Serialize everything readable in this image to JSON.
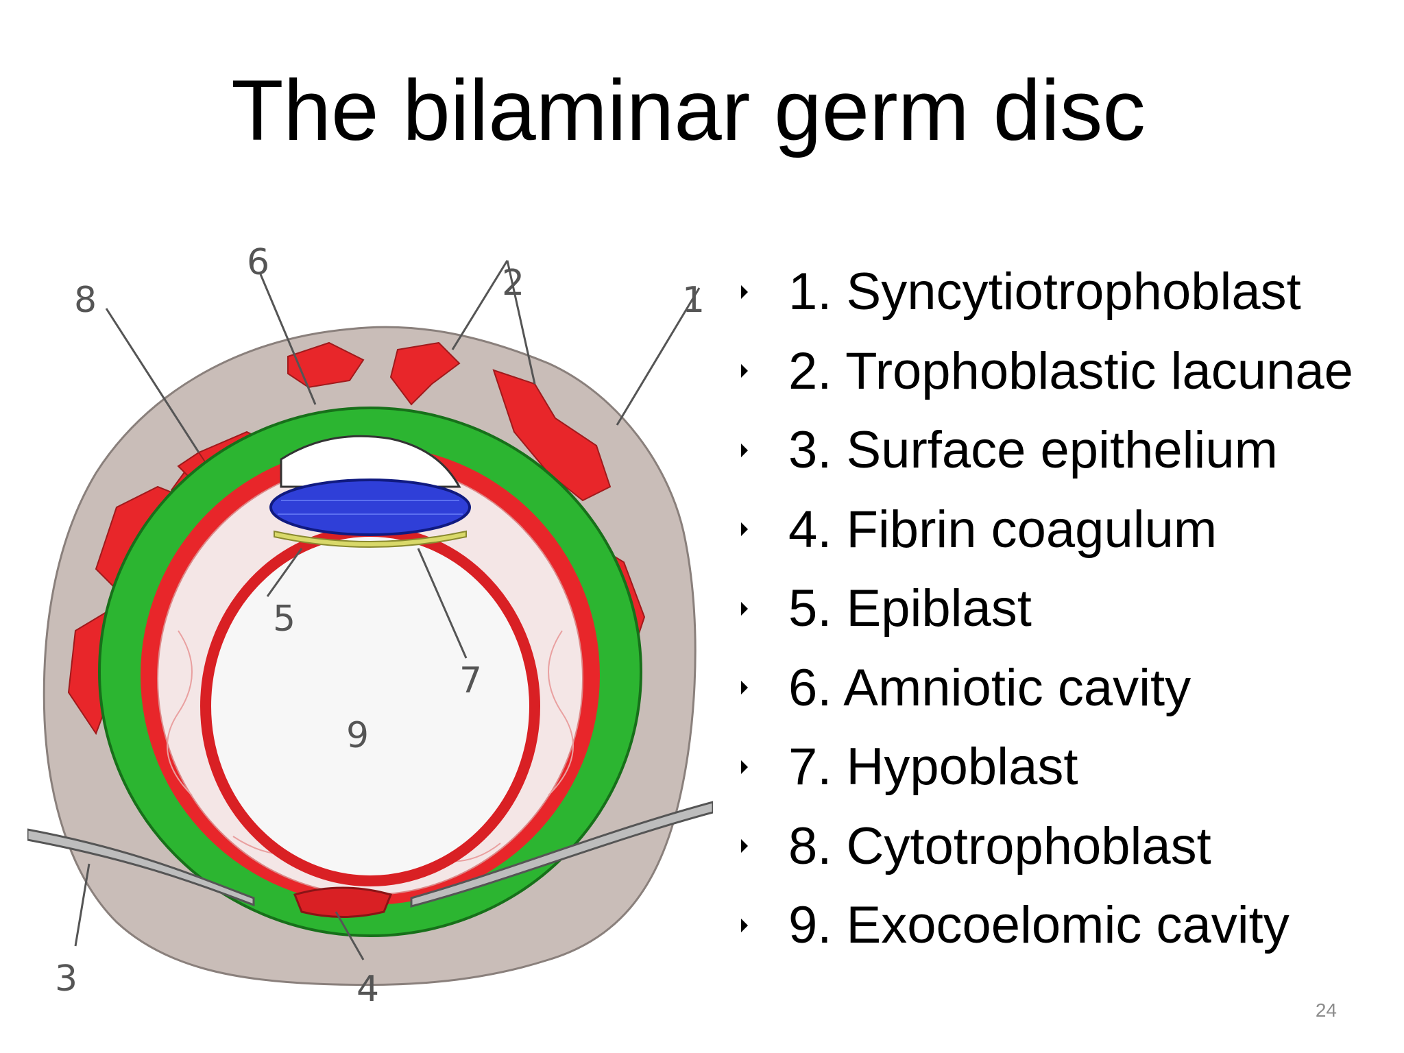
{
  "title": "The bilaminar germ disc",
  "legend_items": [
    "1. Syncytiotrophoblast",
    "2. Trophoblastic lacunae",
    "3. Surface epithelium",
    "4. Fibrin coagulum",
    "5. Epiblast",
    "6. Amniotic cavity",
    "7. Hypoblast",
    "8. Cytotrophoblast",
    "9. Exocoelomic cavity"
  ],
  "callouts": {
    "n1": "1",
    "n2": "2",
    "n3": "3",
    "n4": "4",
    "n5": "5",
    "n6": "6",
    "n7": "7",
    "n8": "8",
    "n9": "9"
  },
  "page_number": "24",
  "colors": {
    "syncytio_gray": "#c9bdb8",
    "lacunae_red": "#e8262a",
    "cyto_green": "#2cb531",
    "epiblast_blue": "#2f3fd8",
    "hypoblast_yellow": "#d9d96a",
    "line_gray": "#555555"
  }
}
